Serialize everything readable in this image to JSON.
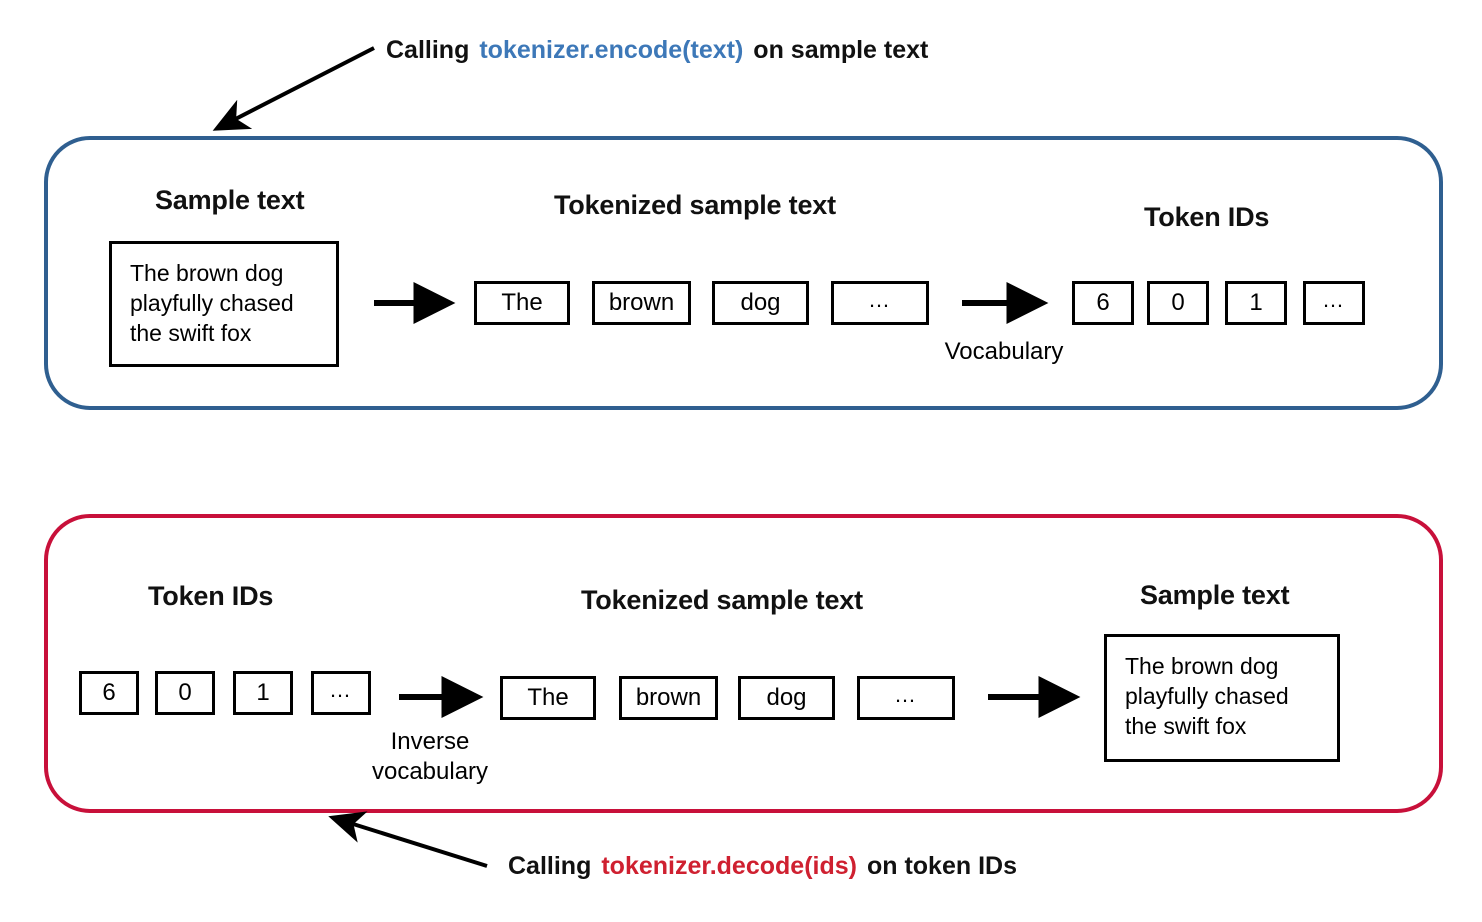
{
  "figure": {
    "background_color": "#ffffff",
    "encode_panel_color": "#2f5f90",
    "decode_panel_color": "#c8103a"
  },
  "annotations": {
    "top": {
      "prefix": "Calling",
      "code": "tokenizer.encode(text)",
      "suffix": "on sample text",
      "code_color": "#3d78b8"
    },
    "bottom": {
      "prefix": "Calling",
      "code": "tokenizer.decode(ids)",
      "suffix": "on token IDs",
      "code_color": "#cf2030"
    }
  },
  "encode_panel": {
    "headings": {
      "sample_text": "Sample text",
      "tokenized": "Tokenized sample text",
      "token_ids": "Token IDs"
    },
    "sample_text_value": "The brown dog\nplayfully chased\nthe swift fox",
    "tokens": [
      "The",
      "brown",
      "dog",
      "…"
    ],
    "token_ids": [
      "6",
      "0",
      "1",
      "…"
    ],
    "mapping_label": "Vocabulary"
  },
  "decode_panel": {
    "headings": {
      "token_ids": "Token IDs",
      "tokenized": "Tokenized sample text",
      "sample_text": "Sample text"
    },
    "token_ids": [
      "6",
      "0",
      "1",
      "…"
    ],
    "tokens": [
      "The",
      "brown",
      "dog",
      "…"
    ],
    "mapping_label": "Inverse\nvocabulary",
    "sample_text_value": "The brown dog\nplayfully chased\nthe swift fox"
  }
}
